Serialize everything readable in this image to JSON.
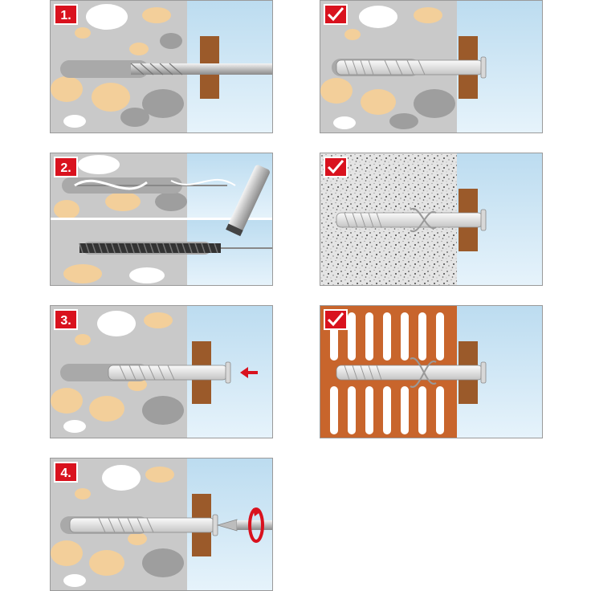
{
  "steps": [
    {
      "label": "1."
    },
    {
      "label": "2."
    },
    {
      "label": "3."
    },
    {
      "label": "4."
    }
  ],
  "materials": [
    {
      "icon": "checkmark-icon"
    },
    {
      "icon": "checkmark-icon"
    },
    {
      "icon": "checkmark-icon"
    }
  ],
  "colors": {
    "badge": "#d9121e",
    "stone_wall": "#c9c9c9",
    "stone_dark": "#9e9e9e",
    "stone_tan": "#f3cf9a",
    "sky": "#cde6f5",
    "wood": "#9b5a2a",
    "brick": "#c8652c",
    "concrete": "#dcdcdc"
  }
}
